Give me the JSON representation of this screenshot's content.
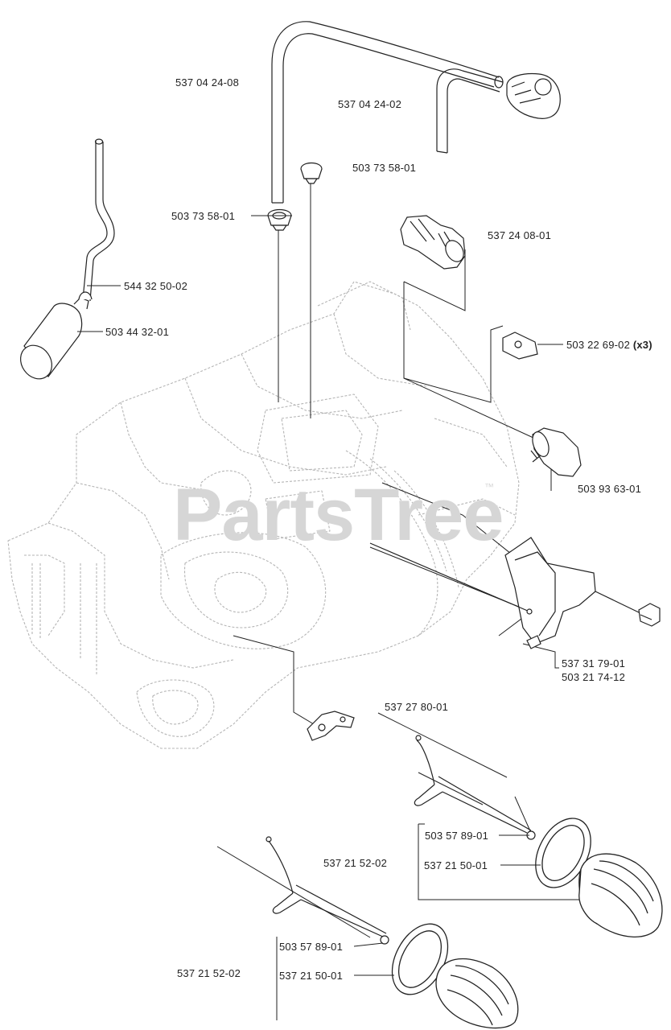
{
  "watermark": {
    "text": "PartsTree",
    "trademark": "™"
  },
  "parts": {
    "hose_long": "537 04 24-08",
    "hose_short": "537 04 24-02",
    "grommet_upper": "503 73 58-01",
    "grommet_left": "503 73 58-01",
    "valve_body": "537 24 08-01",
    "fuel_line": "544 32 50-02",
    "fuel_filter": "503 44 32-01",
    "clip_nut": "503 22 69-02",
    "clip_nut_qty": "(x3)",
    "oil_pump_cap": "503 93 63-01",
    "bar_plate": "537 31 79-01",
    "screw": "503 21 74-12",
    "bracket": "537 27 80-01",
    "cap1_oring": "503 57 89-01",
    "cap1_assembly": "537 21 52-02",
    "cap1_gasket": "537 21 50-01",
    "cap2_oring": "503 57 89-01",
    "cap2_assembly": "537 21 52-02",
    "cap2_gasket": "537 21 50-01"
  }
}
